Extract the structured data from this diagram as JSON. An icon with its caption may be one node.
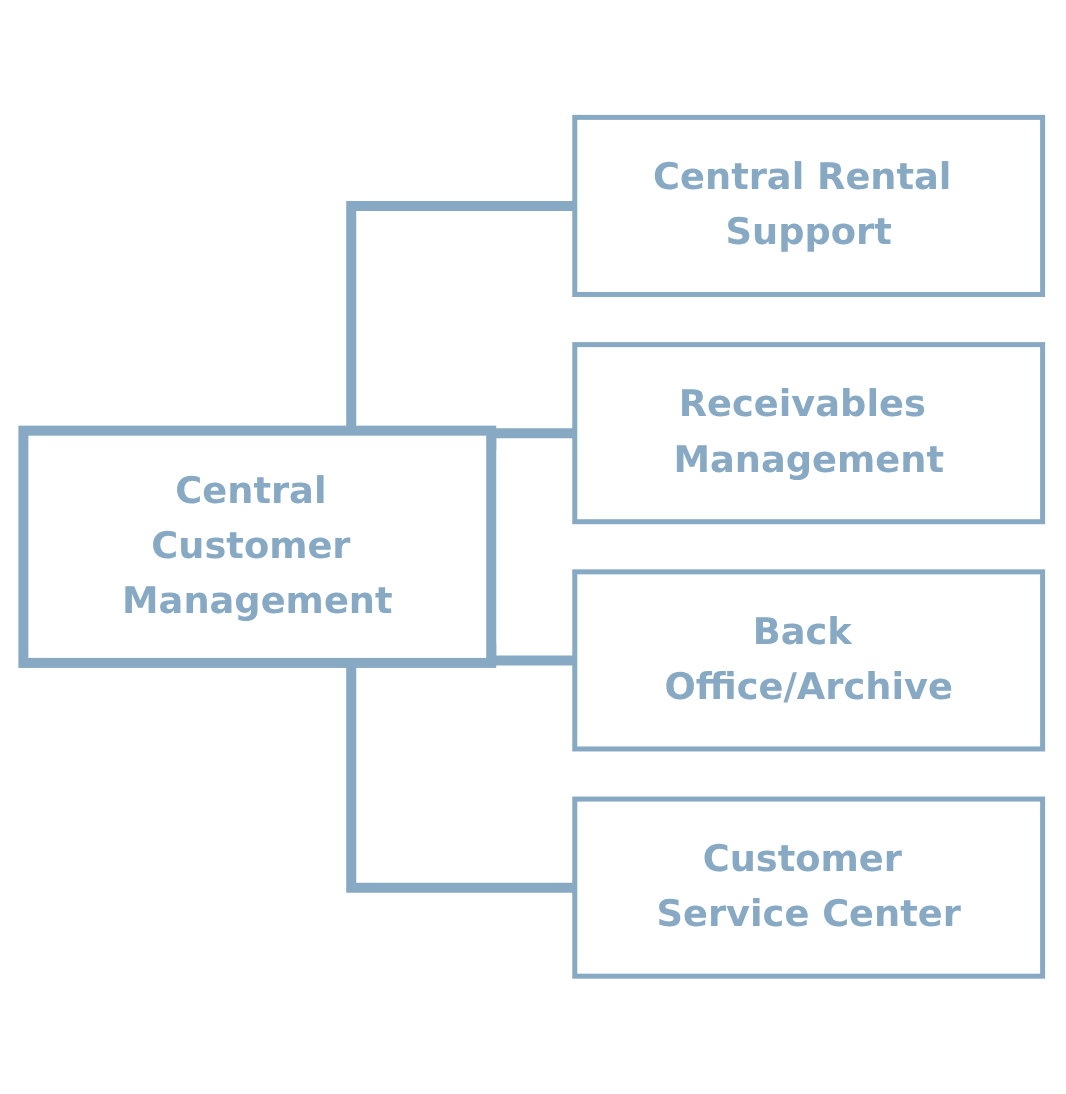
{
  "diagram": {
    "nodes": [
      {
        "text": [
          "Central Customer Management"
        ]
      },
      {
        "text": [
          "Central Rental Support"
        ]
      },
      {
        "text": [
          "Receivables Management"
        ]
      },
      {
        "text": [
          "Back Office/Archive"
        ]
      },
      {
        "text": [
          "Customer Service Center"
        ]
      }
    ],
    "edges": [
      {
        "from": 0,
        "to": 1,
        "arrow": "none"
      },
      {
        "from": 0,
        "to": 2,
        "arrow": "none"
      },
      {
        "from": 0,
        "to": 3,
        "arrow": "none"
      },
      {
        "from": 0,
        "to": 4,
        "arrow": "none"
      }
    ]
  }
}
